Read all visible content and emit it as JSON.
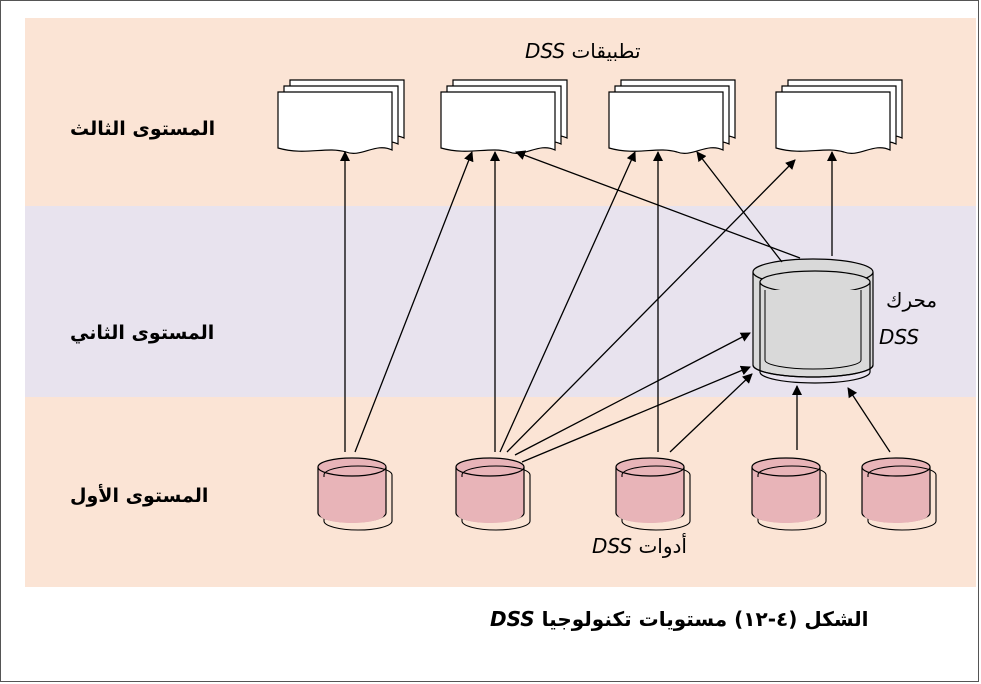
{
  "levels": {
    "third": "المستوى الثالث",
    "second": "المستوى الثاني",
    "first": "المستوى الأول"
  },
  "applications_label": {
    "word": "تطبيقات",
    "dss": "DSS"
  },
  "engine_label": {
    "word": "محرك",
    "dss": "DSS"
  },
  "tools_label": {
    "word": "أدوات",
    "dss": "DSS"
  },
  "figure_caption": {
    "text": "الشكل (٤-١٢) مستويات تكنولوجيا",
    "dss": "DSS"
  },
  "colors": {
    "band_peach": "#fbe4d5",
    "band_lavender": "#e8e3ee",
    "database_fill": "#e8b4b8",
    "engine_fill": "#d9d9d9",
    "document_fill": "#ffffff"
  }
}
